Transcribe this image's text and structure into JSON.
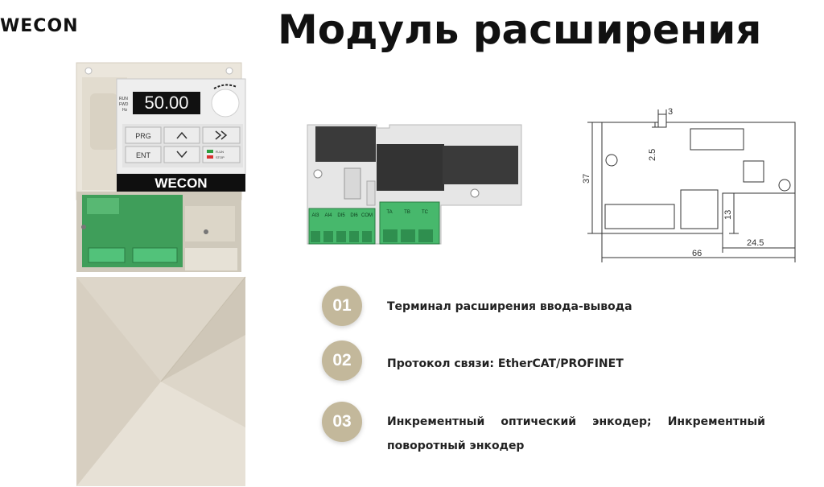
{
  "brand": {
    "logo_text": "WECON"
  },
  "title": "Модуль расширения",
  "keypad": {
    "display_value": "50.00",
    "indicators": [
      "RUN",
      "FWD",
      "Hz"
    ],
    "buttons": {
      "prg": "PRG",
      "up": "^",
      "shift": ">>",
      "ent": "ENT",
      "down": "v"
    },
    "leds": [
      "R-UN",
      "STOP"
    ],
    "colors": {
      "run": "#2e9d3f",
      "stop": "#d93030"
    }
  },
  "board": {
    "left_terminals": [
      "AI3",
      "AI4",
      "DI5",
      "DI6",
      "COM"
    ],
    "right_terminals": [
      "TA",
      "TB",
      "TC"
    ],
    "colors": {
      "pcb": "#e6e6e6",
      "terminal": "#47b86c",
      "chip": "#3a3a3a"
    }
  },
  "drawing": {
    "dim_width": "66",
    "dim_height": "37",
    "dim_notch_width": "3",
    "dim_notch_depth": "2.5",
    "dim_cutout_height": "13",
    "dim_cutout_width": "24.5"
  },
  "features": [
    {
      "number": "01",
      "text": "Терминал расширения ввода-вывода"
    },
    {
      "number": "02",
      "text": "Протокол связи: EtherCAT/PROFINET"
    },
    {
      "number": "03",
      "text": "Инкрементный оптический энкодер; Инкрементный поворотный энкодер"
    }
  ],
  "colors": {
    "accent": "#c3b89b",
    "housing": "#ddd6c9",
    "text": "#222222"
  }
}
